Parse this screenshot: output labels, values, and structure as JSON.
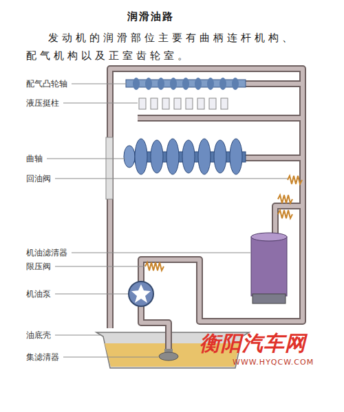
{
  "diagram": {
    "title": "润滑油路",
    "caption": "发动机的润滑部位主要有曲柄连杆机构、配气机构以及正室齿轮室。",
    "labels": [
      "配气凸轮轴",
      "液压挺柱",
      "曲轴",
      "回油阀",
      "机油滤清器",
      "限压阀",
      "机油泵",
      "油底壳",
      "集滤清器",
      "衡阳汽车网",
      "WWW.HYQCW.COM"
    ]
  }
}
